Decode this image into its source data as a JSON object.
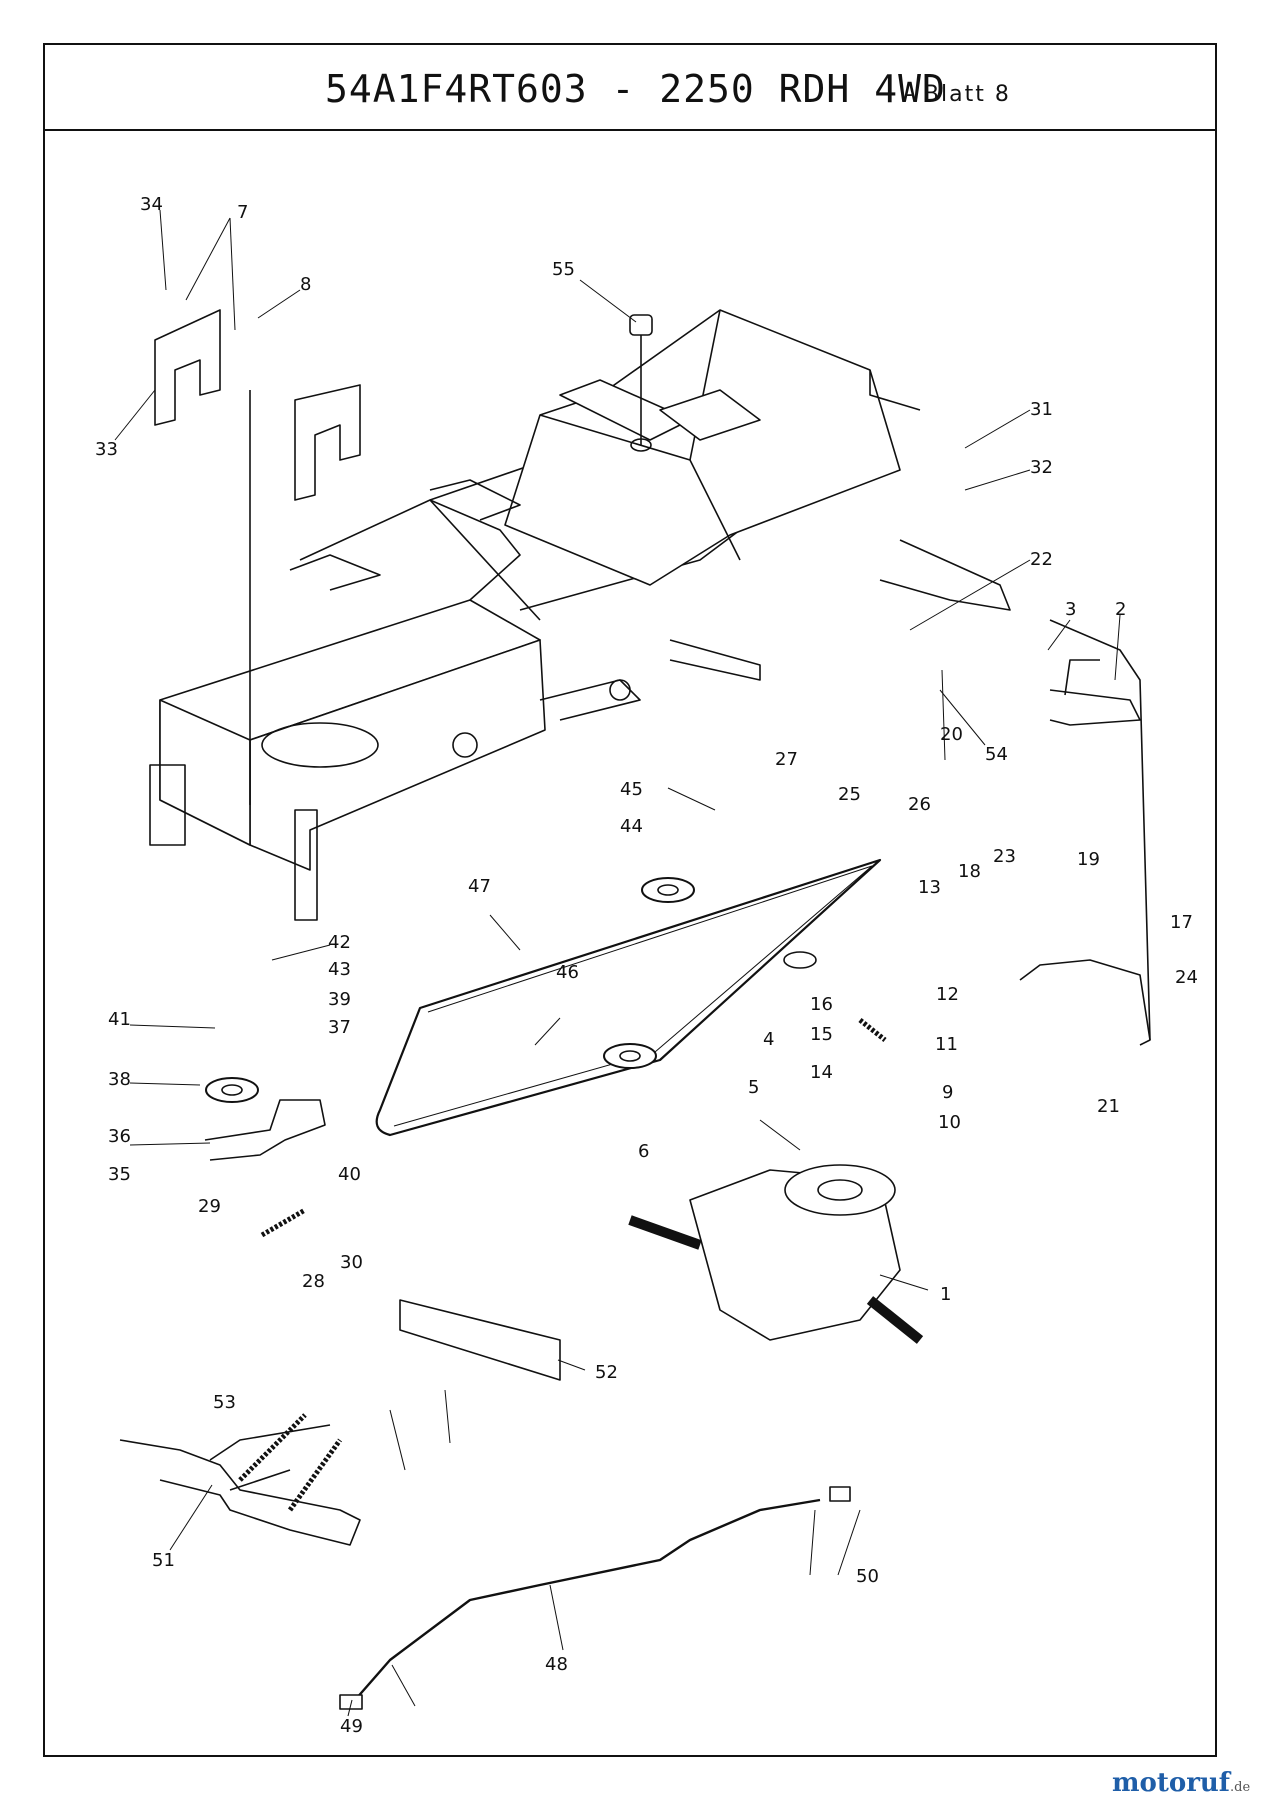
{
  "header": {
    "model": "54A1F4RT603 - 2250 RDH 4WD",
    "sheet": "- Blatt 8"
  },
  "labels": [
    "1",
    "2",
    "3",
    "4",
    "5",
    "6",
    "7",
    "8",
    "9",
    "10",
    "11",
    "12",
    "13",
    "14",
    "15",
    "16",
    "17",
    "18",
    "19",
    "20",
    "21",
    "22",
    "23",
    "24",
    "25",
    "26",
    "27",
    "28",
    "29",
    "30",
    "31",
    "32",
    "33",
    "34",
    "35",
    "36",
    "37",
    "38",
    "39",
    "40",
    "41",
    "42",
    "43",
    "44",
    "45",
    "46",
    "47",
    "48",
    "49",
    "50",
    "51",
    "52",
    "53",
    "54",
    "55"
  ],
  "logo": {
    "text": "motoruf",
    "tld": ".de"
  }
}
